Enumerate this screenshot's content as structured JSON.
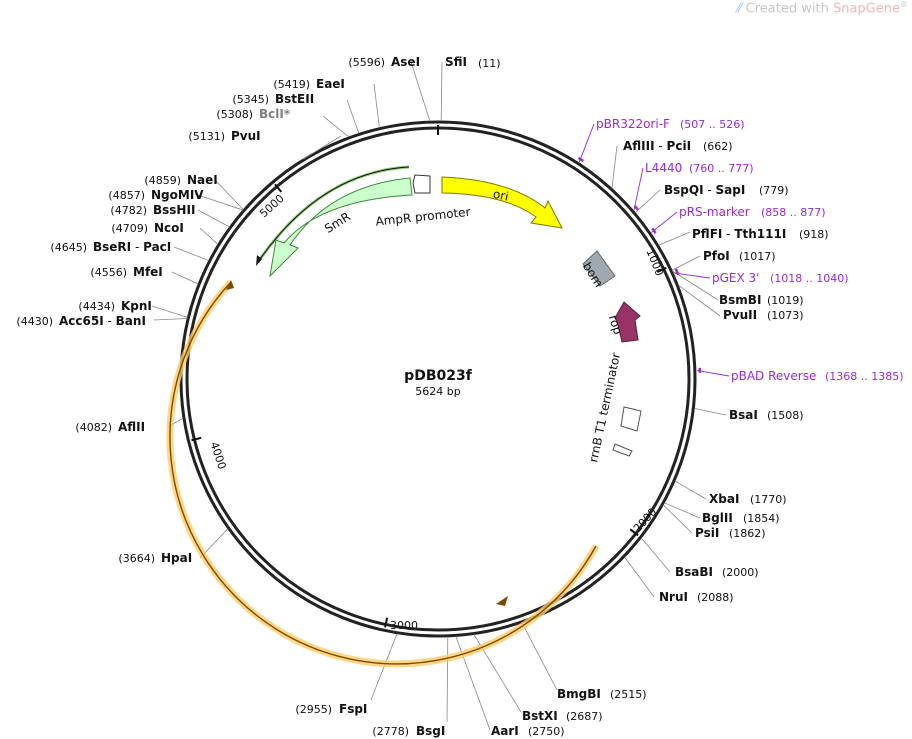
{
  "watermark": {
    "prefix": "Created with ",
    "brand": "SnapGene",
    "mark": "®"
  },
  "plasmid": {
    "name": "pDB023f",
    "size_label": "5624 bp",
    "length": 5624
  },
  "enzymes": [
    {
      "name": "AseI",
      "pos_label": "(5596)",
      "pos": 5596
    },
    {
      "name": "SfiI",
      "pos_label": "(11)",
      "pos": 11
    },
    {
      "name": "EaeI",
      "pos_label": "(5419)",
      "pos": 5419
    },
    {
      "name": "BstEII",
      "pos_label": "(5345)",
      "pos": 5345
    },
    {
      "name": "BclI",
      "suffix": "*",
      "pos_label": "(5308)",
      "pos": 5308,
      "muted": true
    },
    {
      "name": "PvuI",
      "pos_label": "(5131)",
      "pos": 5131
    },
    {
      "name": "AflIII",
      "sep": " - ",
      "name2": "PciI",
      "pos_label": "(662)",
      "pos": 662
    },
    {
      "name": "BspQI",
      "sep": " - ",
      "name2": "SapI",
      "pos_label": "(779)",
      "pos": 779
    },
    {
      "name": "PflFI",
      "sep": " - ",
      "name2": "Tth111I",
      "pos_label": "(918)",
      "pos": 918
    },
    {
      "name": "PfoI",
      "pos_label": "(1017)",
      "pos": 1017
    },
    {
      "name": "BsmBI",
      "pos_label": "(1019)",
      "pos": 1019
    },
    {
      "name": "PvuII",
      "pos_label": "(1073)",
      "pos": 1073
    },
    {
      "name": "NaeI",
      "pos_label": "(4859)",
      "pos": 4859
    },
    {
      "name": "NgoMIV",
      "pos_label": "(4857)",
      "pos": 4857
    },
    {
      "name": "BssHII",
      "pos_label": "(4782)",
      "pos": 4782
    },
    {
      "name": "NcoI",
      "pos_label": "(4709)",
      "pos": 4709
    },
    {
      "name": "BseRI",
      "sep": " - ",
      "name2": "PacI",
      "pos_label": "(4645)",
      "pos": 4645
    },
    {
      "name": "MfeI",
      "pos_label": "(4556)",
      "pos": 4556
    },
    {
      "name": "KpnI",
      "pos_label": "(4434)",
      "pos": 4434
    },
    {
      "name": "Acc65I",
      "sep": " - ",
      "name2": "BanI",
      "pos_label": "(4430)",
      "pos": 4430
    },
    {
      "name": "AflII",
      "pos_label": "(4082)",
      "pos": 4082
    },
    {
      "name": "BsaI",
      "pos_label": "(1508)",
      "pos": 1508
    },
    {
      "name": "XbaI",
      "pos_label": "(1770)",
      "pos": 1770
    },
    {
      "name": "BglII",
      "pos_label": "(1854)",
      "pos": 1854
    },
    {
      "name": "PsiI",
      "pos_label": "(1862)",
      "pos": 1862
    },
    {
      "name": "BsaBI",
      "pos_label": "(2000)",
      "pos": 2000
    },
    {
      "name": "NruI",
      "pos_label": "(2088)",
      "pos": 2088
    },
    {
      "name": "HpaI",
      "pos_label": "(3664)",
      "pos": 3664
    },
    {
      "name": "BmgBI",
      "pos_label": "(2515)",
      "pos": 2515
    },
    {
      "name": "BstXI",
      "pos_label": "(2687)",
      "pos": 2687
    },
    {
      "name": "FspI",
      "pos_label": "(2955)",
      "pos": 2955
    },
    {
      "name": "AarI",
      "pos_label": "(2750)",
      "pos": 2750
    },
    {
      "name": "BsgI",
      "pos_label": "(2778)",
      "pos": 2778
    }
  ],
  "primers": [
    {
      "name": "pBR322ori-F",
      "range": "(507 .. 526)",
      "start": 507,
      "end": 526
    },
    {
      "name": "L4440",
      "range": "(760 .. 777)",
      "start": 760,
      "end": 777
    },
    {
      "name": "pRS-marker",
      "range": "(858 .. 877)",
      "start": 858,
      "end": 877
    },
    {
      "name": "pGEX 3'",
      "range": "(1018 .. 1040)",
      "start": 1018,
      "end": 1040
    },
    {
      "name": "pBAD Reverse",
      "range": "(1368 .. 1385)",
      "start": 1368,
      "end": 1385
    }
  ],
  "features": [
    {
      "name": "ori",
      "color": "#ffff00"
    },
    {
      "name": "SmR",
      "color": "#ccffcc",
      "accent": "#2a9d00"
    },
    {
      "name": "AmpR promoter",
      "color": "#ffffff"
    },
    {
      "name": "bom",
      "color": "#a0a8b0"
    },
    {
      "name": "rop",
      "color": "#993366"
    },
    {
      "name": "rrnB T1 terminator",
      "color": "#ffffff"
    },
    {
      "name": "",
      "color": "#ffcc66"
    }
  ],
  "ticks": [
    "1000",
    "2000",
    "3000",
    "4000",
    "5000"
  ]
}
